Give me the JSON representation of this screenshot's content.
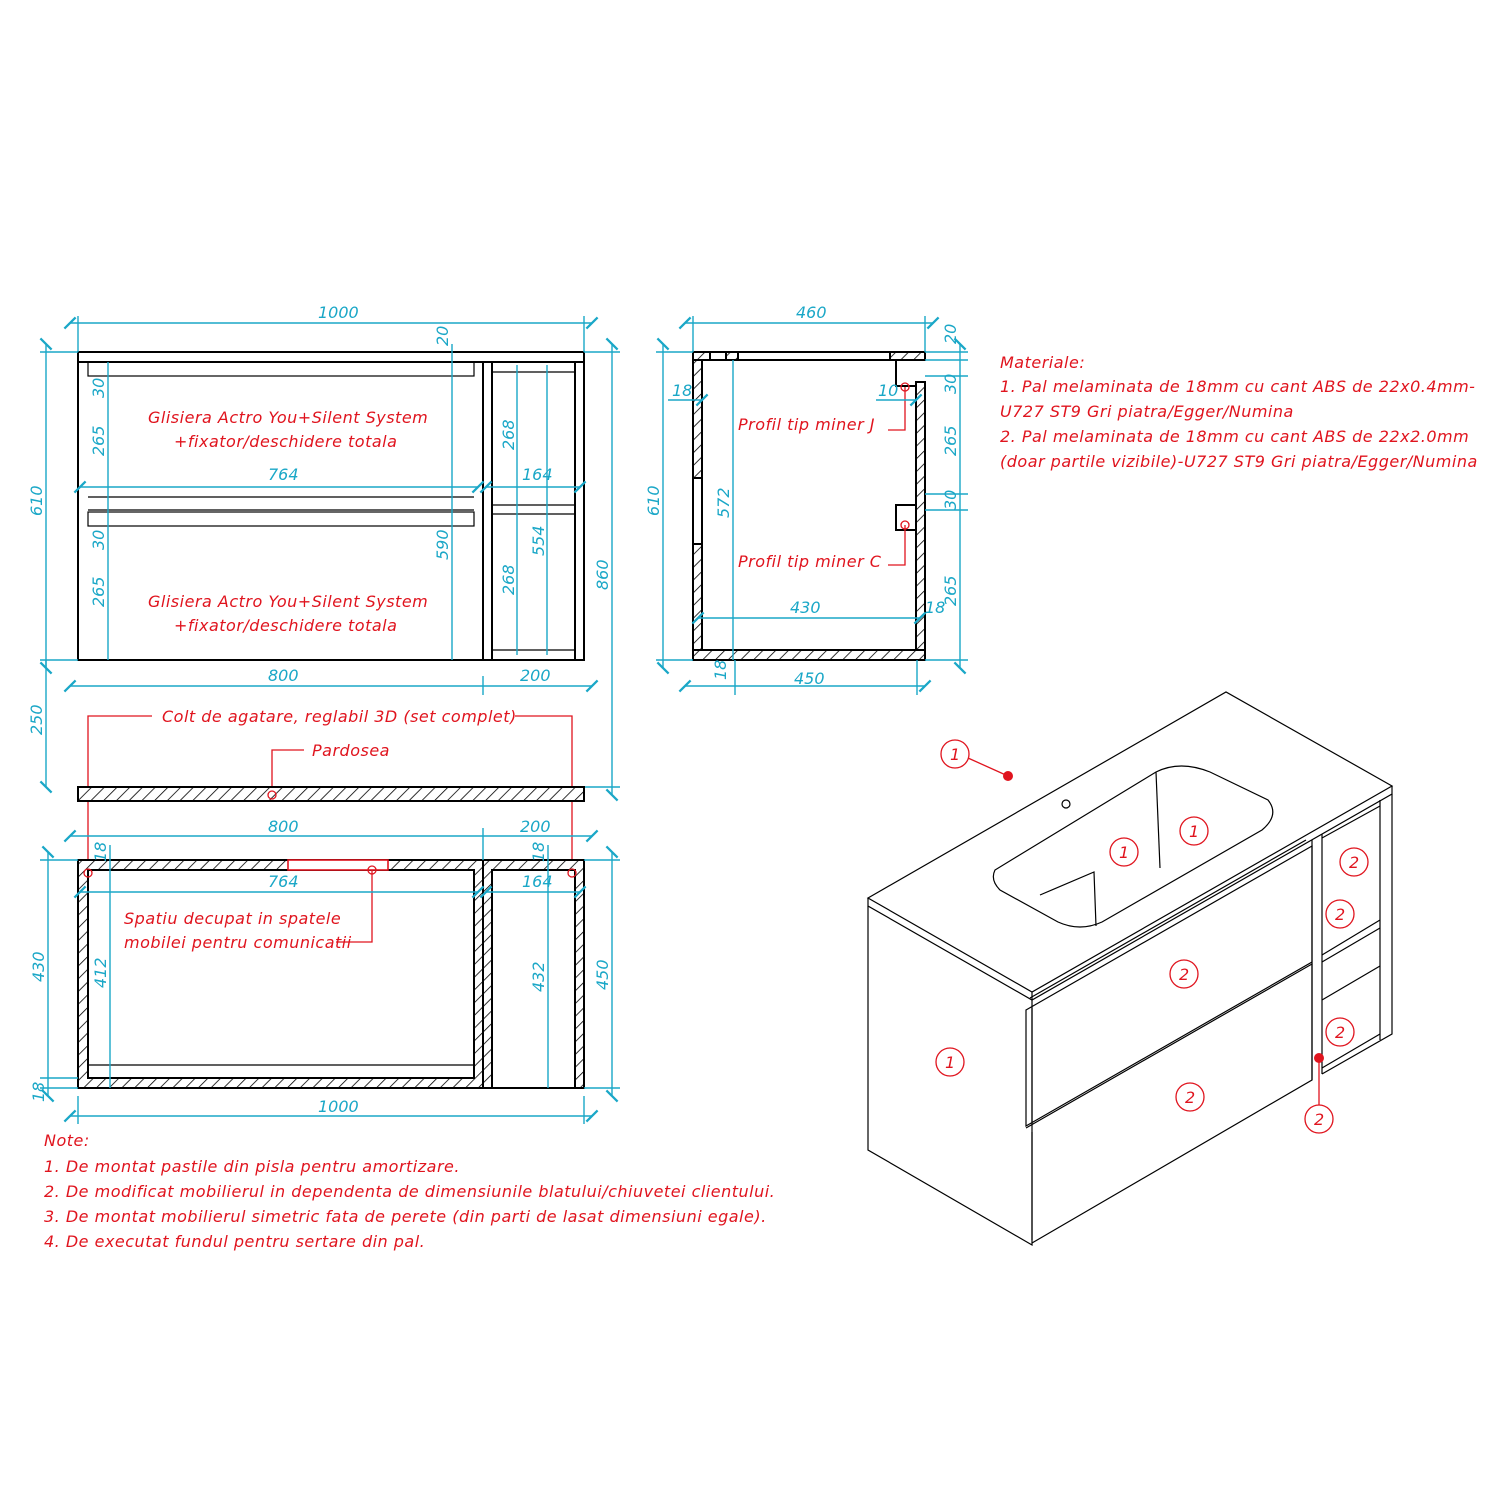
{
  "dims": {
    "front_width": "1000",
    "front_height": "610",
    "total_height": "860",
    "top_20": "20",
    "rail_30a": "30",
    "rail_30b": "30",
    "drawer_265a": "265",
    "drawer_265b": "265",
    "inner_764": "764",
    "inner_590": "590",
    "shelf_268a": "268",
    "shelf_268b": "268",
    "shelf_164": "164",
    "shelf_554": "554",
    "bottom_800": "800",
    "bottom_200": "200",
    "gap_250": "250",
    "side_460": "460",
    "side_20": "20",
    "side_30a": "30",
    "side_10": "10",
    "side_18a": "18",
    "side_265a": "265",
    "side_30b": "30",
    "side_610": "610",
    "side_572": "572",
    "side_430": "430",
    "side_18b": "18",
    "side_265b": "265",
    "side_18c": "18",
    "side_450": "450",
    "plan_800": "800",
    "plan_200": "200",
    "plan_18a": "18",
    "plan_18b": "18",
    "plan_764": "764",
    "plan_164": "164",
    "plan_430": "430",
    "plan_412": "412",
    "plan_432": "432",
    "plan_450": "450",
    "plan_18c": "18",
    "plan_1000": "1000"
  },
  "labels": {
    "glisiera_1": "Glisiera Actro You+Silent System",
    "glisiera_2": "+fixator/deschidere totala",
    "profil_j": "Profil tip miner J",
    "profil_c": "Profil tip miner C",
    "colt": "Colt de agatare, reglabil 3D (set complet)",
    "pardosea": "Pardosea",
    "spatiu_1": "Spatiu decupat in spatele",
    "spatiu_2": "mobilei pentru comunicatii"
  },
  "materials": {
    "title": "Materiale:",
    "line1": "1. Pal melaminata de 18mm cu cant ABS de 22x0.4mm-",
    "line2": "U727 ST9 Gri piatra/Egger/Numina",
    "line3": "2. Pal melaminata de 18mm cu cant ABS de 22x2.0mm",
    "line4": "(doar partile vizibile)-U727 ST9 Gri piatra/Egger/Numina"
  },
  "notes": {
    "title": "Note:",
    "n1": "1. De montat pastile din pisla pentru amortizare.",
    "n2": "2. De modificat mobilierul in dependenta de dimensiunile blatului/chiuvetei clientului.",
    "n3": "3. De montat mobilierul simetric fata de perete (din parti de lasat dimensiuni egale).",
    "n4": "4. De executat fundul pentru sertare din pal."
  },
  "balloons": {
    "b_top": "1",
    "b_sink_a": "1",
    "b_sink_b": "1",
    "b_side": "1",
    "b_drawer_a": "2",
    "b_drawer_b": "2",
    "b_shelf_a": "2",
    "b_shelf_b": "2",
    "b_shelf_c": "2",
    "b_shelf_d": "2"
  },
  "colors": {
    "dimension": "#1aa7c7",
    "annotation": "#e0141e",
    "line": "#000000"
  }
}
